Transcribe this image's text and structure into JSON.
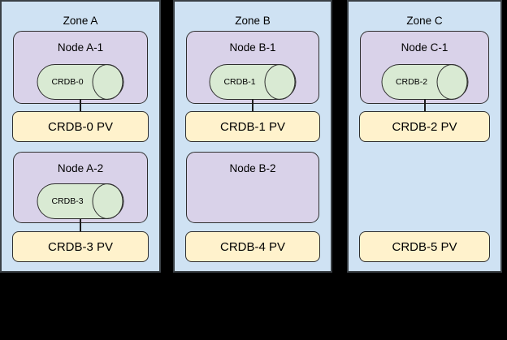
{
  "diagram": {
    "background": "#000000",
    "colors": {
      "zone_fill": "#cfe2f3",
      "zone_border": "#3a4045",
      "node_fill": "#d9d2e9",
      "pod_fill": "#d9ead3",
      "pv_fill": "#fff2cc",
      "line": "#1c1c1c",
      "text": "#000000"
    }
  },
  "zones": [
    {
      "title": "Zone A",
      "slots": [
        {
          "node": "Node A-1",
          "pod": "CRDB-0",
          "pv": "CRDB-0 PV"
        },
        {
          "node": "Node A-2",
          "pod": "CRDB-3",
          "pv": "CRDB-3 PV"
        }
      ]
    },
    {
      "title": "Zone B",
      "slots": [
        {
          "node": "Node B-1",
          "pod": "CRDB-1",
          "pv": "CRDB-1 PV"
        },
        {
          "node": "Node B-2",
          "pv": "CRDB-4 PV"
        }
      ]
    },
    {
      "title": "Zone C",
      "slots": [
        {
          "node": "Node C-1",
          "pod": "CRDB-2",
          "pv": "CRDB-2 PV"
        },
        {
          "pv": "CRDB-5 PV"
        }
      ]
    }
  ]
}
